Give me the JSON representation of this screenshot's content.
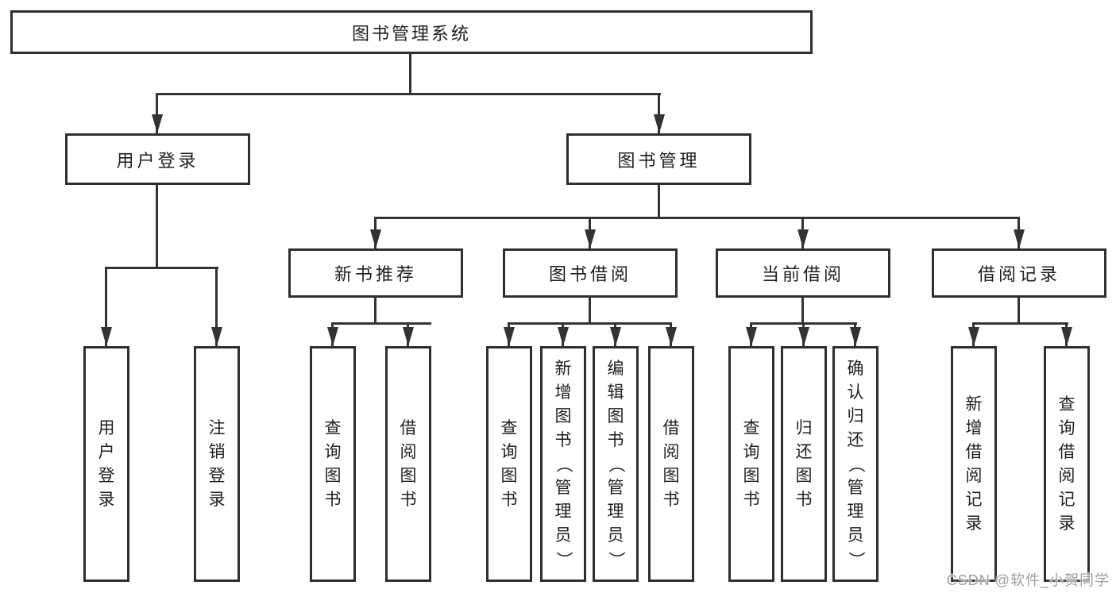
{
  "nodes": {
    "root": {
      "label": "图书管理系统"
    },
    "level2": [
      {
        "label": "用户登录"
      },
      {
        "label": "图书管理"
      }
    ],
    "level3": [
      {
        "label": "新书推荐",
        "parent": "图书管理"
      },
      {
        "label": "图书借阅",
        "parent": "图书管理"
      },
      {
        "label": "当前借阅",
        "parent": "图书管理"
      },
      {
        "label": "借阅记录",
        "parent": "图书管理"
      }
    ],
    "leaves": [
      {
        "label": "用户登录",
        "parent": "用户登录"
      },
      {
        "label": "注销登录",
        "parent": "用户登录"
      },
      {
        "label": "查询图书",
        "parent": "新书推荐"
      },
      {
        "label": "借阅图书",
        "parent": "新书推荐"
      },
      {
        "label": "查询图书",
        "parent": "图书借阅"
      },
      {
        "label": "新增图书（管理员）",
        "parent": "图书借阅"
      },
      {
        "label": "编辑图书（管理员）",
        "parent": "图书借阅"
      },
      {
        "label": "借阅图书",
        "parent": "图书借阅"
      },
      {
        "label": "查询图书",
        "parent": "当前借阅"
      },
      {
        "label": "归还图书",
        "parent": "当前借阅"
      },
      {
        "label": "确认归还（管理员）",
        "parent": "当前借阅"
      },
      {
        "label": "新增借阅记录",
        "parent": "借阅记录"
      },
      {
        "label": "查询借阅记录",
        "parent": "借阅记录"
      }
    ]
  },
  "watermark": {
    "text": "CSDN @软件_小贺同学"
  },
  "colors": {
    "line": "#333333",
    "box_border": "#2f2f2f",
    "text": "#1f1f1f",
    "watermark": "#9e9e9e",
    "background": "#ffffff"
  }
}
